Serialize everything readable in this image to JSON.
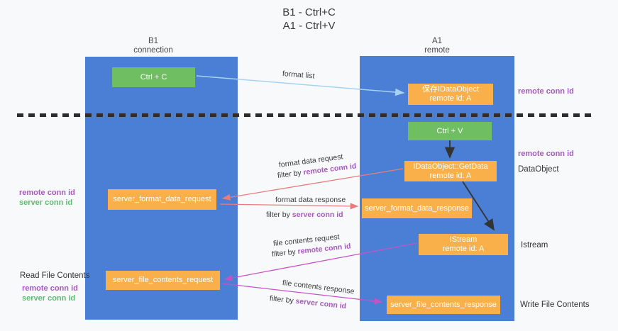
{
  "title": {
    "line1": "B1 - Ctrl+C",
    "line2": "A1 - Ctrl+V"
  },
  "lanes": {
    "left": {
      "name": "B1",
      "role": "connection"
    },
    "right": {
      "name": "A1",
      "role": "remote"
    }
  },
  "nodes": {
    "ctrl_c": {
      "label": "Ctrl + C"
    },
    "ctrl_v": {
      "label": "Ctrl + V"
    },
    "save_dataobject": {
      "line1": "保存IDataObject",
      "line2": "remote id: A"
    },
    "getdata": {
      "line1": "IDataObject::GetData",
      "line2": "remote id: A"
    },
    "istream": {
      "line1": "IStream",
      "line2": "remote id: A"
    },
    "server_format_data_request": {
      "label": "server_format_data_request"
    },
    "server_format_data_response": {
      "label": "server_format_data_response"
    },
    "server_file_contents_request": {
      "label": "server_file_contents_request"
    },
    "server_file_contents_response": {
      "label": "server_file_contents_response"
    }
  },
  "arrow_labels": {
    "format_list": "format list",
    "format_data_request": "format data request",
    "format_data_request_filter_prefix": "filter by ",
    "format_data_request_filter_key": "remote conn id",
    "format_data_response": "format data response",
    "format_data_response_filter_prefix": "filter by ",
    "format_data_response_filter_key": "server conn id",
    "file_contents_request": "file contents request",
    "file_contents_request_filter_prefix": "filter by ",
    "file_contents_request_filter_key": "remote conn id",
    "file_contents_response": "file contents response",
    "file_contents_response_filter_prefix": "filter by ",
    "file_contents_response_filter_key": "server conn id"
  },
  "side_labels": {
    "right_remote_conn_id_top": "remote conn id",
    "right_remote_conn_id_mid": "remote conn id",
    "dataobject": "DataObject",
    "istream": "Istream",
    "write_file_contents": "Write File Contents",
    "left_remote_conn_id_top": "remote conn id",
    "left_server_conn_id_top": "server conn id",
    "read_file_contents": "Read File Contents",
    "left_remote_conn_id_bottom": "remote conn id",
    "left_server_conn_id_bottom": "server conn id"
  },
  "colors": {
    "lane_blue": "#4a7fd5",
    "node_orange": "#f9b04b",
    "node_green": "#6fbe62",
    "remote_conn_purple": "#a859c4",
    "server_conn_green": "#5cbd72",
    "request_arrow_red": "#e87c7c",
    "file_arrow_magenta": "#c653c6",
    "format_list_blue": "#a6d2f2",
    "black_arrow": "#333333"
  }
}
